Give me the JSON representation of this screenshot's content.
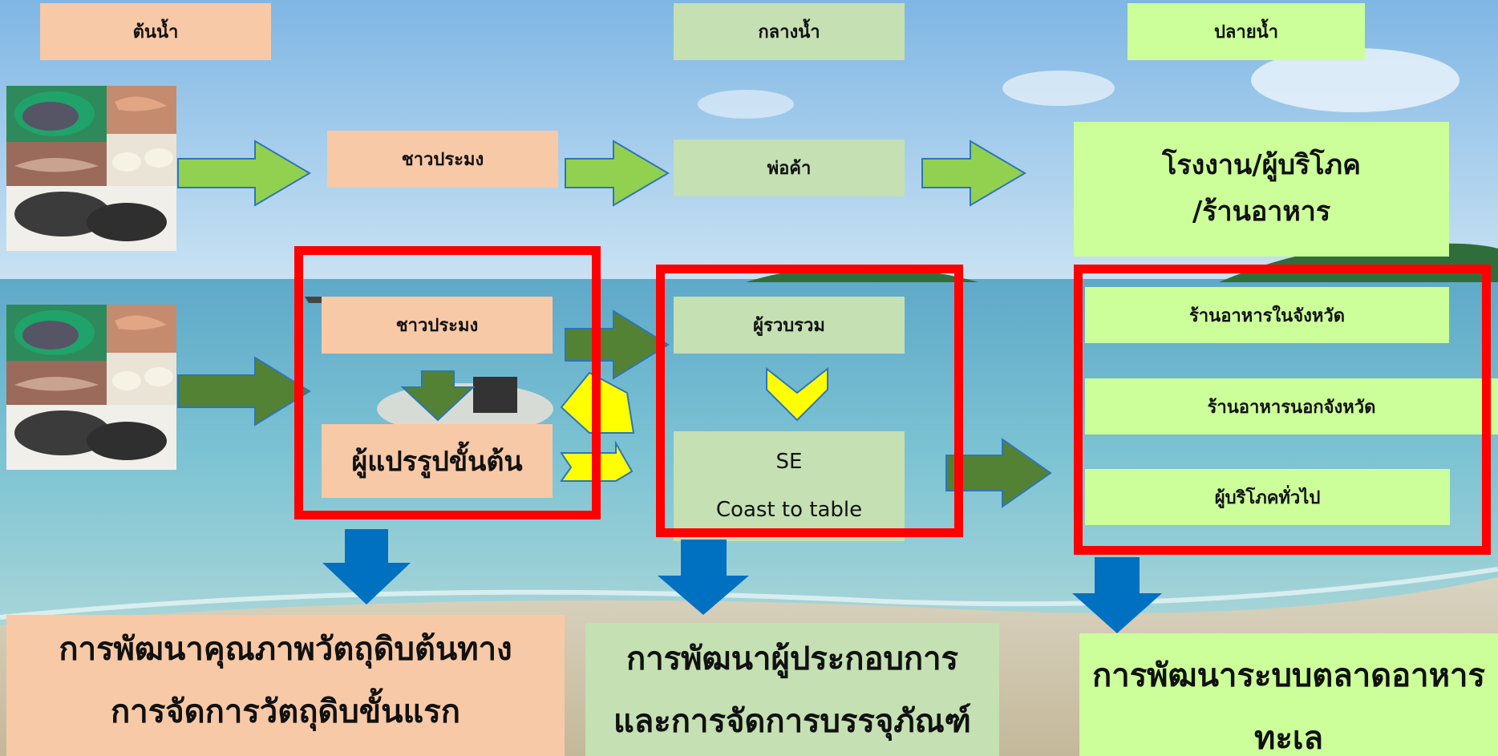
{
  "headers": {
    "upstream": "ต้นน้ำ",
    "midstream": "กลางน้ำ",
    "downstream": "ปลายน้ำ"
  },
  "row1": {
    "fisher": "ชาวประมง",
    "trader": "พ่อค้า",
    "end_line1": "โรงงาน/ผู้บริโภค",
    "end_line2": "/ร้านอาหาร"
  },
  "row2": {
    "fisher": "ชาวประมง",
    "processor": "ผู้แปรรูปขั้นต้น",
    "collector": "ผู้รวบรวม",
    "se_line1": "SE",
    "se_line2": "Coast to table",
    "outlets": [
      "ร้านอาหารในจังหวัด",
      "ร้านอาหารนอกจังหวัด",
      "ผู้บริโภคทั่วไป"
    ]
  },
  "bottom": {
    "left_line1": "การพัฒนาคุณภาพวัตถุดิบต้นทาง",
    "left_line2": "การจัดการวัตถุดิบขั้นแรก",
    "mid_line1": "การพัฒนาผู้ประกอบการ",
    "mid_line2": "และการจัดการบรรจุภัณฑ์",
    "right_line1": "การพัฒนาระบบตลาดอาหาร",
    "right_line2": "ทะเล"
  },
  "colors": {
    "peach": "#f8c9a6",
    "sage": "#c5e0b3",
    "lime": "#ccff99",
    "red_frame": "#ff0000",
    "arrow_light_green": "#92d050",
    "arrow_dark_green": "#548235",
    "arrow_blue": "#0070c0",
    "arrow_yellow": "#ffff00"
  }
}
